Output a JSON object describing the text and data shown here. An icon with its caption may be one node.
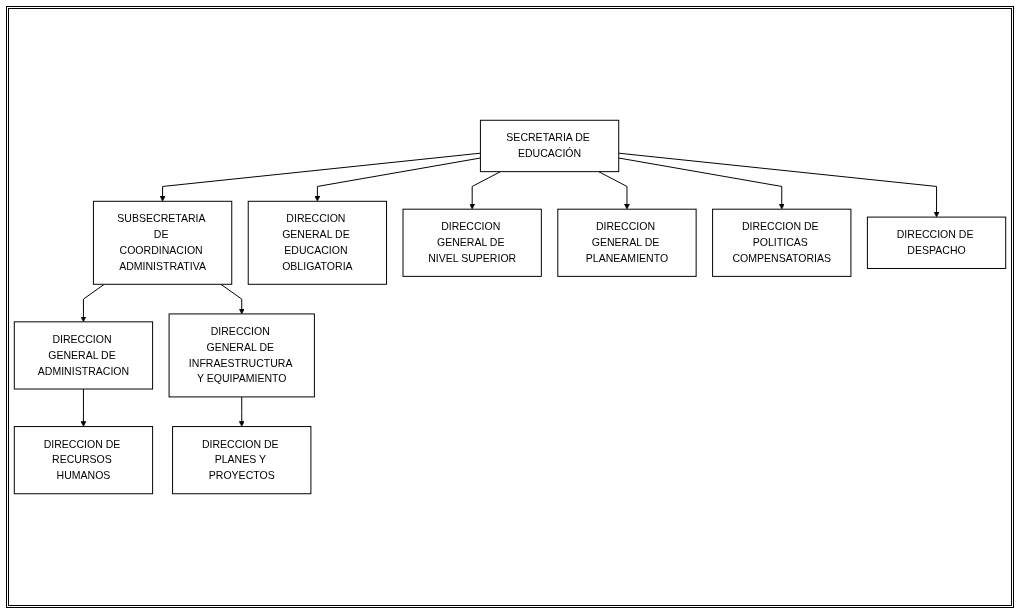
{
  "diagram": {
    "nodes": [
      {
        "text": [
          "SECRETARIA DE EDUCACIÓN"
        ]
      },
      {
        "text": [
          "SUBSECRETARIA DE COORDINACION ADMINISTRATIVA"
        ]
      },
      {
        "text": [
          "DIRECCION GENERAL DE EDUCACION OBLIGATORIA"
        ]
      },
      {
        "text": [
          "DIRECCION GENERAL DE NIVEL SUPERIOR"
        ]
      },
      {
        "text": [
          "DIRECCION GENERAL DE PLANEAMIENTO"
        ]
      },
      {
        "text": [
          "DIRECCION GENERAL DE ADMINISTRACION"
        ]
      },
      {
        "text": [
          "DIRECCION GENERAL DE INFRAESTRUCTURA Y EQUIPAMIENTO"
        ]
      },
      {
        "text": [
          "DIRECCION DE POLITICAS COMPENSATORIAS"
        ]
      },
      {
        "text": [
          "DIRECCION DE DESPACHO"
        ]
      },
      {
        "text": [
          "DIRECCION DE RECURSOS HUMANOS"
        ]
      },
      {
        "text": [
          "DIRECCION DE PLANES Y PROYECTOS"
        ]
      }
    ],
    "edges": [
      {
        "from": 0,
        "to": 1,
        "arrow": "to"
      },
      {
        "from": 0,
        "to": 2,
        "arrow": "to"
      },
      {
        "from": 0,
        "to": 3,
        "arrow": "to"
      },
      {
        "from": 0,
        "to": 4,
        "arrow": "to"
      },
      {
        "from": 0,
        "to": 7,
        "arrow": "to"
      },
      {
        "from": 0,
        "to": 8,
        "arrow": "to"
      },
      {
        "from": 1,
        "to": 5,
        "arrow": "to"
      },
      {
        "from": 1,
        "to": 6,
        "arrow": "to"
      },
      {
        "from": 5,
        "to": 9,
        "arrow": "to"
      },
      {
        "from": 6,
        "to": 10,
        "arrow": "to"
      }
    ]
  }
}
